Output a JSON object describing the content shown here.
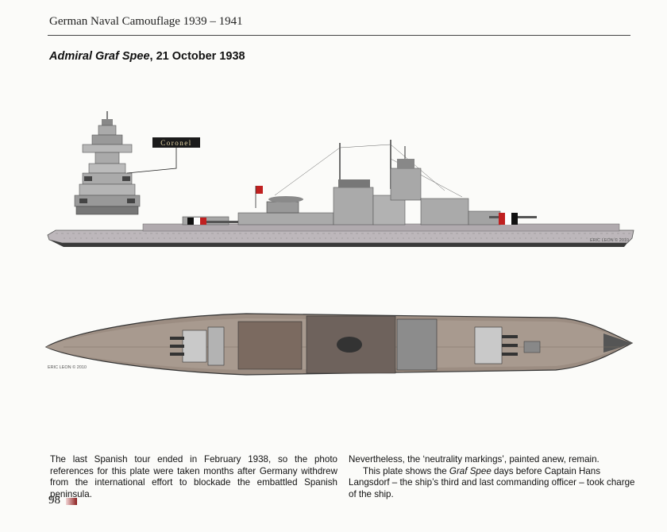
{
  "header": {
    "running_title": "German Naval Camouflage 1939 – 1941"
  },
  "plate": {
    "ship_name": "Admiral Graf Spee",
    "date": ", 21 October 1938",
    "callout_label": "Coronel",
    "artist_credit": "ERIC LEON © 2010",
    "artist_credit_profile": "ERIC LEON © 2010"
  },
  "body": {
    "left_column": "The last Spanish tour ended in February 1938, so the photo references for this plate were taken months after Germany withdrew from the international effort to blockade the embattled Spanish peninsula.",
    "right_p1": "Nevertheless, the ‘neutrality markings’, painted anew, remain.",
    "right_p2_before": "This plate shows the ",
    "right_p2_italic": "Graf Spee",
    "right_p2_after": " days before Captain Hans Langsdorf – the ship’s third and last commanding officer – took charge of the ship."
  },
  "footer": {
    "page_number": "98"
  },
  "colors": {
    "hull_grey": "#bdb7bb",
    "deck_wood": "#9c8d82",
    "boot_topping": "#3a3a3a",
    "neutrality_red": "#c02020",
    "neutrality_white": "#ffffff",
    "neutrality_black": "#111111",
    "folio_accent": "#8b1e1e"
  }
}
